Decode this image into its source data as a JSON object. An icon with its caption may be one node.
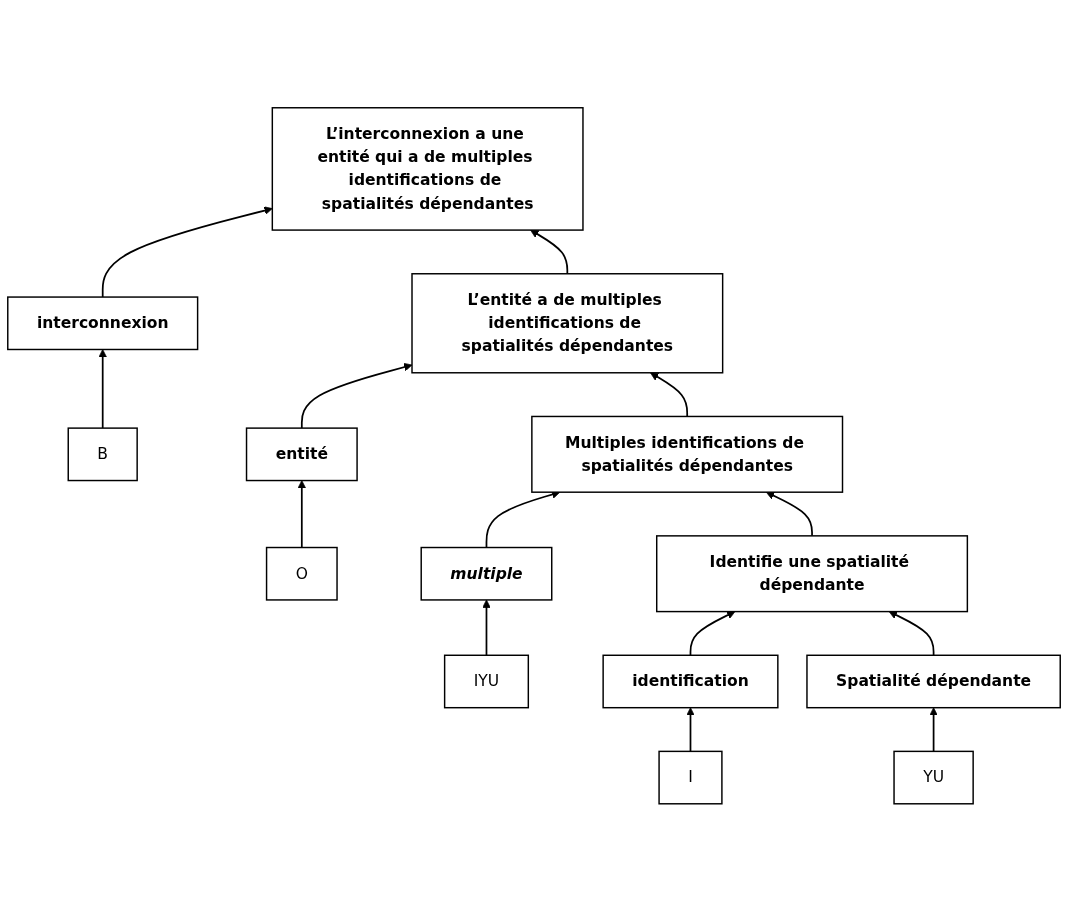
{
  "diagram": {
    "nodes": [
      {
        "text": [
          "L’interconnexion a une entité qui a de multiples identifications de spatialités dépendantes"
        ]
      },
      {
        "text": [
          "interconnexion"
        ]
      },
      {
        "text": [
          "L’entité a de multiples identifications de spatialités dépendantes"
        ]
      },
      {
        "text": [
          "entité"
        ]
      },
      {
        "text": [
          "Multiples identifications de spatialités dépendantes"
        ]
      },
      {
        "text": [
          "multiple"
        ]
      },
      {
        "text": [
          "Identifie une spatialité dépendante"
        ]
      },
      {
        "text": [
          "identification"
        ]
      },
      {
        "text": [
          "Spatialité dépendante"
        ]
      },
      {
        "text": [
          "B"
        ]
      },
      {
        "text": [
          "O"
        ]
      },
      {
        "text": [
          "IYU"
        ]
      },
      {
        "text": [
          "I"
        ]
      },
      {
        "text": [
          "YU"
        ]
      }
    ],
    "edges": [
      {
        "from": 1,
        "to": 0,
        "arrow": "to"
      },
      {
        "from": 2,
        "to": 0,
        "arrow": "to"
      },
      {
        "from": 3,
        "to": 2,
        "arrow": "to"
      },
      {
        "from": 4,
        "to": 2,
        "arrow": "to"
      },
      {
        "from": 5,
        "to": 4,
        "arrow": "to"
      },
      {
        "from": 6,
        "to": 4,
        "arrow": "to"
      },
      {
        "from": 7,
        "to": 6,
        "arrow": "to"
      },
      {
        "from": 8,
        "to": 6,
        "arrow": "to"
      },
      {
        "from": 9,
        "to": 1,
        "arrow": "to"
      },
      {
        "from": 10,
        "to": 3,
        "arrow": "to"
      },
      {
        "from": 11,
        "to": 5,
        "arrow": "to"
      },
      {
        "from": 12,
        "to": 7,
        "arrow": "to"
      },
      {
        "from": 13,
        "to": 8,
        "arrow": "to"
      }
    ]
  }
}
